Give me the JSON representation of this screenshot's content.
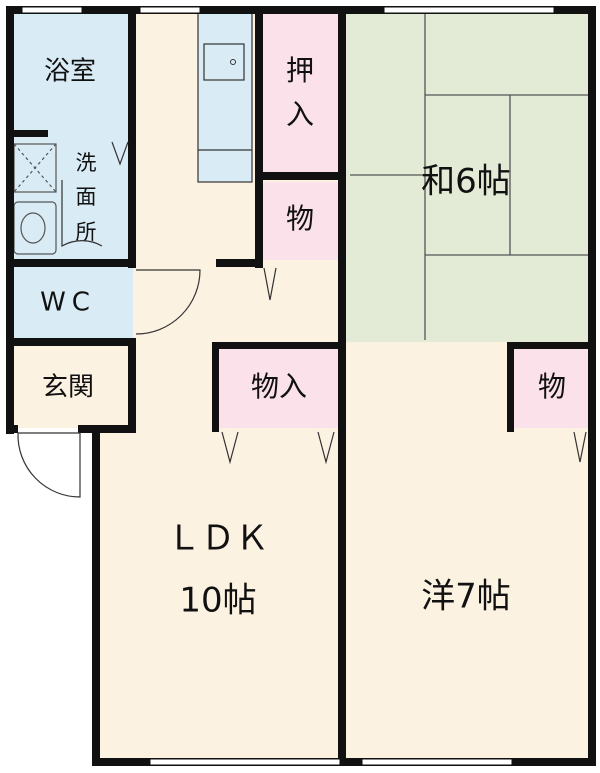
{
  "rooms": {
    "bath": "浴室",
    "washroom": [
      "洗",
      "面",
      "所"
    ],
    "wc": "WC",
    "entrance": "玄関",
    "oshiire": [
      "押",
      "入"
    ],
    "storage_upper": "物",
    "washitsu": "和6帖",
    "storage_mid": "物入",
    "storage_right": "物",
    "ldk_line1": "ＬＤＫ",
    "ldk_line2": "10帖",
    "youshitsu": "洋7帖"
  },
  "colors": {
    "wall": "#111111",
    "wet_area": "#d9ecf6",
    "living": "#fcf2e2",
    "tatami": "#e3ebd6",
    "storage": "#fbe1ea",
    "entrance": "#fcf2e2"
  }
}
